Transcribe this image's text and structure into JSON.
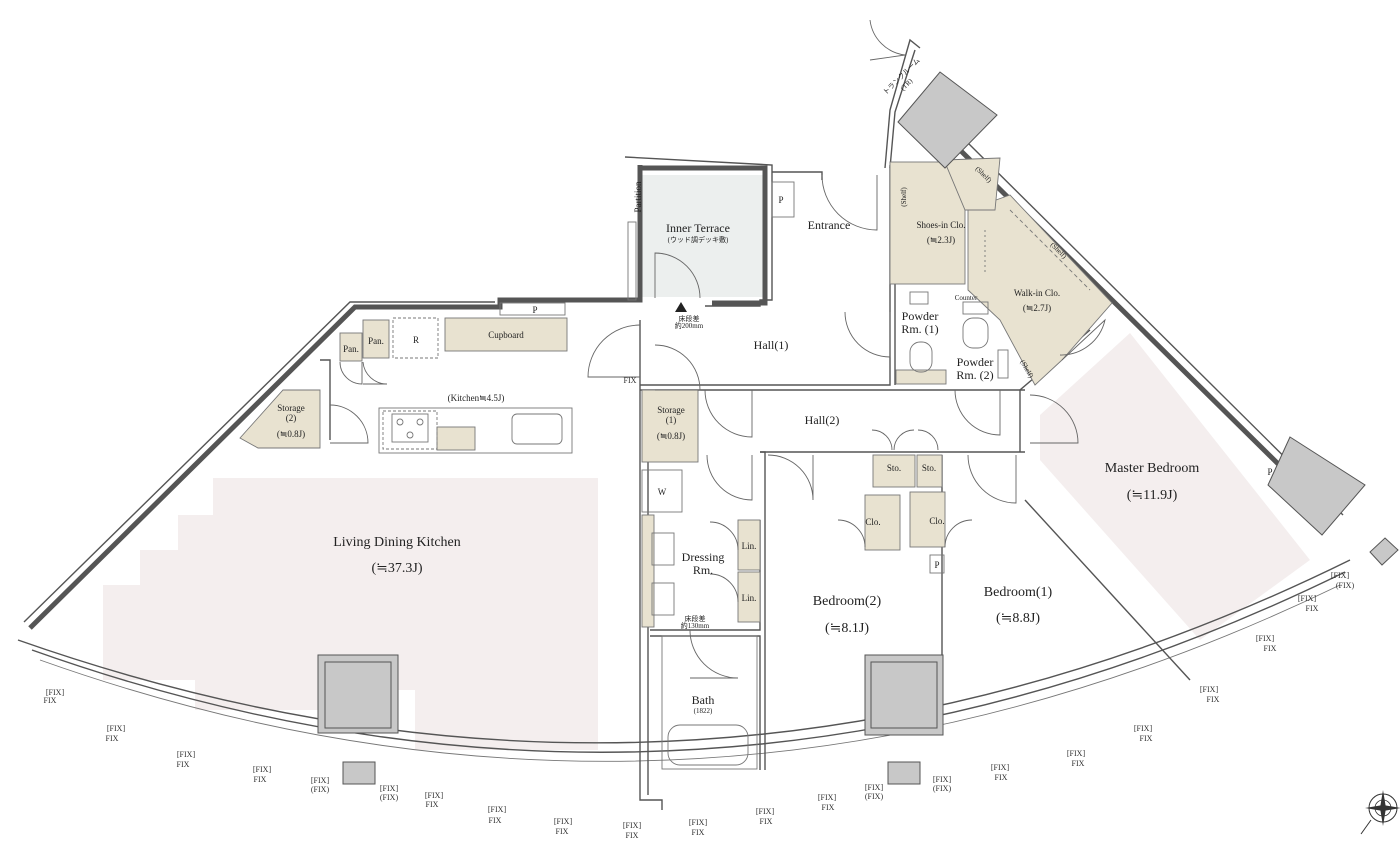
{
  "rooms": {
    "ldk": {
      "name": "Living Dining Kitchen",
      "size": "(≒37.3J)"
    },
    "kitchen": {
      "name": "(Kitchen≒4.5J)"
    },
    "master": {
      "name": "Master Bedroom",
      "size": "(≒11.9J)"
    },
    "bed1": {
      "name": "Bedroom(1)",
      "size": "(≒8.8J)"
    },
    "bed2": {
      "name": "Bedroom(2)",
      "size": "(≒8.1J)"
    },
    "inner_terrace": {
      "name": "Inner Terrace",
      "note": "(ウッド調デッキ敷)"
    },
    "entrance": {
      "name": "Entrance"
    },
    "hall1": {
      "name": "Hall(1)"
    },
    "hall2": {
      "name": "Hall(2)"
    },
    "storage1": {
      "name": "Storage",
      "num": "(1)",
      "size": "(≒0.8J)"
    },
    "storage2": {
      "name": "Storage",
      "num": "(2)",
      "size": "(≒0.8J)"
    },
    "shoes": {
      "name": "Shoes-in Clo.",
      "size": "(≒2.3J)"
    },
    "walkin": {
      "name": "Walk-in Clo.",
      "size": "(≒2.7J)"
    },
    "powder1": {
      "line1": "Powder",
      "line2": "Rm. (1)"
    },
    "powder2": {
      "line1": "Powder",
      "line2": "Rm. (2)"
    },
    "dressing": {
      "line1": "Dressing",
      "line2": "Rm."
    },
    "bath": {
      "name": "Bath",
      "size": "(1822)"
    }
  },
  "fixtures": {
    "cupboard": "Cupboard",
    "pan": "Pan.",
    "fridge": "R",
    "washer": "W",
    "lin": "Lin.",
    "sto": "Sto.",
    "clo": "Clo.",
    "counter": "Counter",
    "shelf": "(Shelf)",
    "partition": "Partition",
    "pipe": "P",
    "fix_short": "FIX",
    "fix_bracket": "[FIX]",
    "fix_paren": "(FIX)",
    "step1_a": "床段差",
    "step1_b": "約200mm",
    "step2_a": "床段差",
    "step2_b": "約130mm",
    "trunk_a": "トランクルーム",
    "trunk_b": "(TR)"
  },
  "colors": {
    "wall": "#555555",
    "storage_fill": "#e8e2d0",
    "room_floor": "#f4eeee",
    "column": "#c8c8c8",
    "terrace": "#ecefee"
  }
}
